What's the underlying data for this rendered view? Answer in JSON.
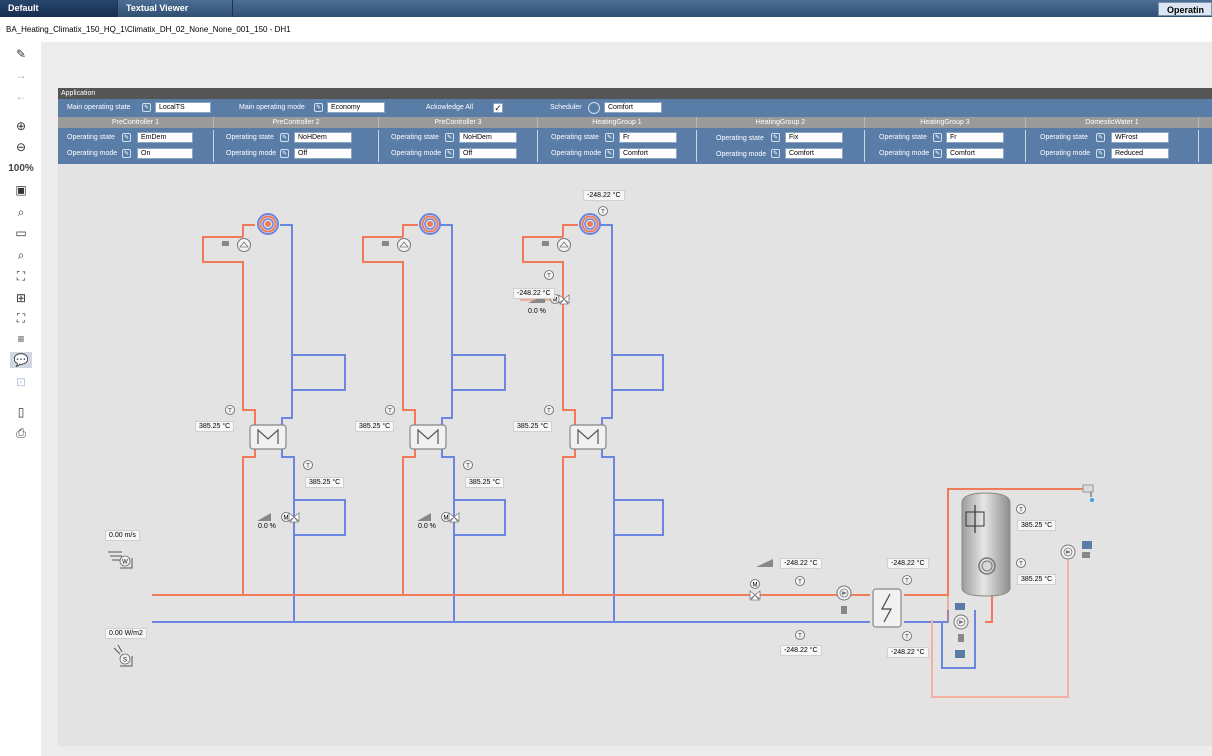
{
  "tabs": {
    "default": "Default",
    "textual_viewer": "Textual Viewer",
    "operating": "Operatin"
  },
  "path": "BA_Heating_Climatix_150_HQ_1\\Climatix_DH_02_None_None_001_150   -   DH1",
  "toolbar": {
    "zoom_label": "100%"
  },
  "application": {
    "title": "Application",
    "main_operating_state_label": "Main operating state",
    "main_operating_state_value": "LocalTS",
    "main_operating_mode_label": "Main operating mode",
    "main_operating_mode_value": "Economy",
    "acknowledge_all_label": "Ackowledge All",
    "scheduler_label": "Scheduler",
    "scheduler_value": "Comfort"
  },
  "controllers": [
    {
      "name": "PreController 1",
      "state_label": "Operating state",
      "state": "EmDem",
      "mode_label": "Operating mode",
      "mode": "On"
    },
    {
      "name": "PreController 2",
      "state_label": "Operating state",
      "state": "NoHDem",
      "mode_label": "Operating mode",
      "mode": "Off"
    },
    {
      "name": "PreController 3",
      "state_label": "Operating state",
      "state": "NoHDem",
      "mode_label": "Operating mode",
      "mode": "Off"
    },
    {
      "name": "HeatingGroup 1",
      "state_label": "Operating state",
      "state": "Fr",
      "mode_label": "Operating mode",
      "mode": "Comfort"
    },
    {
      "name": "HeatingGroup 2",
      "state_label": "Operating state",
      "state": "Fix",
      "mode_label": "Operating mode",
      "mode": "Comfort"
    },
    {
      "name": "HeatingGroup 3",
      "state_label": "Operating state",
      "state": "Fr",
      "mode_label": "Operating mode",
      "mode": "Comfort"
    },
    {
      "name": "DomesticWater 1",
      "state_label": "Operating state",
      "state": "WFrost",
      "mode_label": "Operating mode",
      "mode": "Reduced"
    }
  ],
  "readings": {
    "top_temp_3": "-248.22 °C",
    "valve_temp_3": "-248.22 °C",
    "valve_pct_3": "0.0 %",
    "hx_temp_1": "385.25 °C",
    "hx_temp_2": "385.25 °C",
    "hx_temp_3": "385.25 °C",
    "ret_temp_1": "385.25 °C",
    "ret_temp_2": "385.25 °C",
    "valve_pct_1": "0.0 %",
    "valve_pct_2": "0.0 %",
    "wind_speed": "0.00 m/s",
    "solar_radiation": "0.00 W/m2",
    "main_valve_temp": "-248.22 °C",
    "main_return_temp": "-248.22 °C",
    "dhw_hx_supply_temp": "-248.22 °C",
    "dhw_hx_return_temp": "-248.22 °C",
    "tank_top_temp": "385.25 °C",
    "tank_bottom_temp": "385.25 °C"
  },
  "colors": {
    "supply": "#f07a5a",
    "return": "#6b86e0",
    "header_bar": "#5a7da7"
  },
  "icons": {
    "pen": "pen-icon",
    "forward": "arrow-right-icon",
    "back": "arrow-left-icon",
    "zoom_in": "zoom-in-icon",
    "zoom_out": "zoom-out-icon",
    "fit": "fit-page-icon",
    "print": "printer-icon",
    "temperature": "temperature-sensor-icon",
    "pump": "pump-icon",
    "heat_exchanger": "heat-exchanger-icon",
    "valve": "mixing-valve-icon"
  }
}
